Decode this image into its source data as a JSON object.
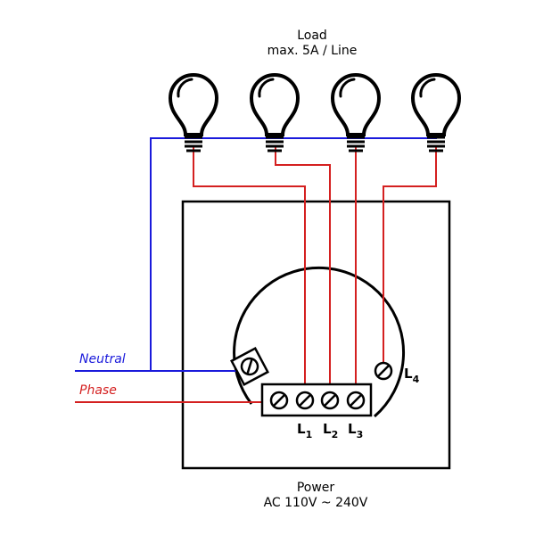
{
  "load": {
    "title": "Load",
    "subtitle": "max. 5A / Line"
  },
  "power": {
    "title": "Power",
    "subtitle": "AC 110V ~ 240V"
  },
  "wires": {
    "neutral": "Neutral",
    "phase": "Phase"
  },
  "terminals": [
    {
      "letter": "L",
      "num": "1"
    },
    {
      "letter": "L",
      "num": "2"
    },
    {
      "letter": "L",
      "num": "3"
    },
    {
      "letter": "L",
      "num": "4"
    }
  ],
  "colors": {
    "neutral": "#1a1adb",
    "phase": "#d42020",
    "outline": "#000000"
  },
  "icons": [
    "light-bulb-icon",
    "screw-terminal-icon"
  ]
}
